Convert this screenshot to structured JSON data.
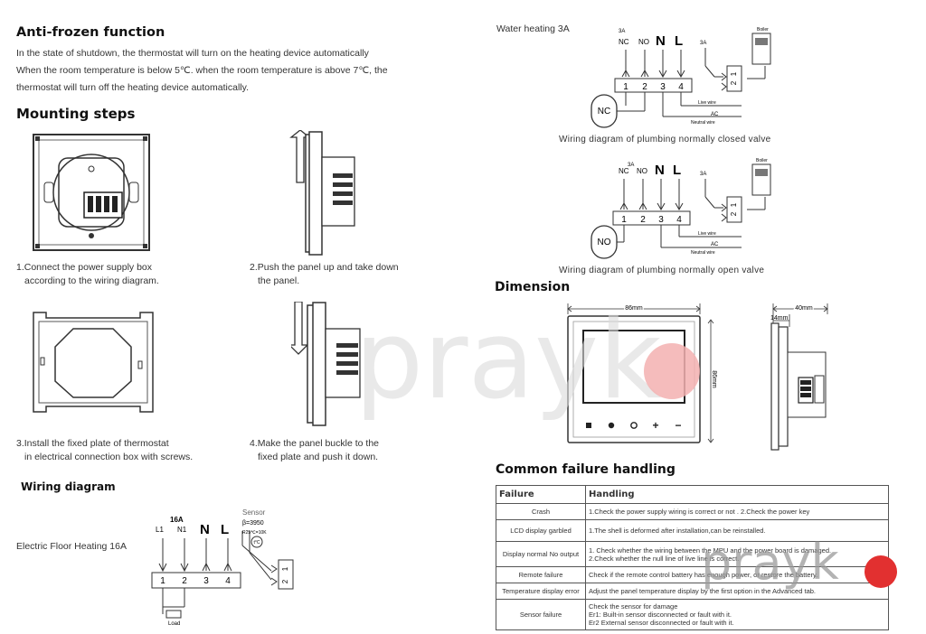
{
  "anti_frozen": {
    "heading": "Anti-frozen function",
    "lines": [
      "In the state of shutdown, the thermostat will turn on the heating device automatically",
      "When the room temperature  is below 5℃. when the room temperature is above 7℃, the",
      "thermostat will turn off the heating device automatically."
    ]
  },
  "mounting": {
    "heading": "Mounting steps",
    "steps": [
      {
        "line1": "1.Connect the power supply box",
        "line2": "according to the wiring diagram."
      },
      {
        "line1": "2.Push the panel up and take down",
        "line2": "the panel."
      },
      {
        "line1": "3.Install the fixed plate of thermostat",
        "line2": "in electrical connection box with screws."
      },
      {
        "line1": "4.Make the panel buckle to the",
        "line2": "fixed plate and push it down."
      }
    ]
  },
  "wiring": {
    "heading": "Wiring diagram",
    "floor_label": "Electric  Floor Heating 16A",
    "floor": {
      "amp": "16A",
      "terms": [
        "L1",
        "N1",
        "N",
        "L"
      ],
      "nums": [
        "1",
        "2",
        "3",
        "4"
      ],
      "load": "Load",
      "sensor": "Sensor",
      "beta": "β=3950",
      "r25": "R25℃=10K",
      "sensor_symbol": "t°C",
      "sensor_terms": [
        "1",
        "2"
      ]
    }
  },
  "water": {
    "title": "Water heating 3A",
    "closed": {
      "terms": [
        "NC",
        "NO",
        "N",
        "L"
      ],
      "amp": "3A",
      "amp_right": "3A",
      "nums": [
        "1",
        "2",
        "3",
        "4"
      ],
      "valve": "NC",
      "boiler": "Boiler",
      "boiler_terms": [
        "1",
        "2"
      ],
      "live": "Live wire",
      "ac": "AC",
      "neutral": "Neutral wire",
      "caption": "Wiring diagram of plumbing normally closed valve"
    },
    "open": {
      "terms": [
        "NC",
        "NO",
        "N",
        "L"
      ],
      "amp": "3A",
      "amp_right": "3A",
      "nums": [
        "1",
        "2",
        "3",
        "4"
      ],
      "valve": "NO",
      "boiler": "Boiler",
      "boiler_terms": [
        "1",
        "2"
      ],
      "live": "Live wire",
      "ac": "AC",
      "neutral": "Neutral wire",
      "caption": "Wiring diagram of plumbing normally open valve"
    }
  },
  "dimension": {
    "heading": "Dimension",
    "width": "86mm",
    "height": "86mm",
    "depth": "40mm",
    "thick": "14mm"
  },
  "failure": {
    "heading": "Common failure handling",
    "col1": "Failure",
    "col2": "Handling",
    "rows": [
      {
        "failure": "Crash",
        "handling": [
          "1.Check the power supply wiring is correct or not .    2.Check the power key"
        ]
      },
      {
        "failure": "LCD display garbled",
        "handling": [
          "1.The shell is deformed after installation,can be reinstalled."
        ]
      },
      {
        "failure": "Display normal No output",
        "handling": [
          "1. Check whether the wiring between the MPU and the power board is damaged.",
          "2.Check whether the null line of live line is correct."
        ]
      },
      {
        "failure": "Remote failure",
        "handling": [
          "Check if the remote control battery has enough power, or restore the battery."
        ]
      },
      {
        "failure": "Temperature display error",
        "handling": [
          "Adjust the panel temperature display by the first option in the Advanced tab."
        ]
      },
      {
        "failure": "Sensor failure",
        "handling": [
          "Check the sensor for damage",
          "Er1: Built-in sensor disconnected or fault with it.",
          "Er2 External sensor disconnected or fault with it."
        ]
      }
    ]
  },
  "watermark": {
    "text1": "prayk",
    "text2": "prayk",
    "dot_color": "#e23030",
    "dot_light": "#f3b0b0"
  }
}
